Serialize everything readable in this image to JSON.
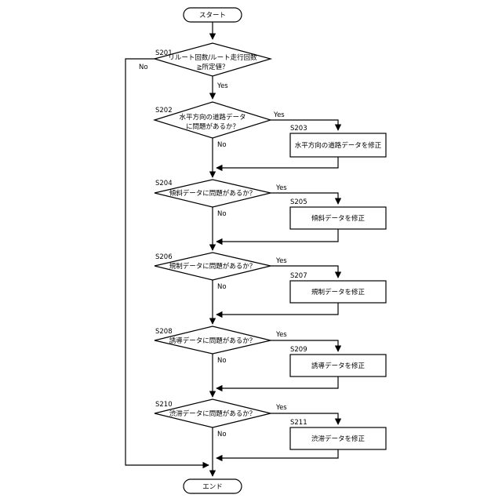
{
  "terminals": {
    "start": "スタート",
    "end": "エンド"
  },
  "edge_labels": {
    "yes": "Yes",
    "no": "No"
  },
  "decisions": [
    {
      "step": "S201",
      "lines": [
        "リルート回数/ルート走行回数",
        "≧所定値？"
      ]
    },
    {
      "step": "S202",
      "lines": [
        "水平方向の道路データ",
        "に問題があるか？"
      ]
    },
    {
      "step": "S204",
      "lines": [
        "傾斜データに問題があるか？"
      ]
    },
    {
      "step": "S206",
      "lines": [
        "規制データに問題があるか？"
      ]
    },
    {
      "step": "S208",
      "lines": [
        "誘導データに問題があるか？"
      ]
    },
    {
      "step": "S210",
      "lines": [
        "渋滞データに問題があるか？"
      ]
    }
  ],
  "processes": [
    {
      "step": "S203",
      "text": "水平方向の道路データを修正"
    },
    {
      "step": "S205",
      "text": "傾斜データを修正"
    },
    {
      "step": "S207",
      "text": "規制データを修正"
    },
    {
      "step": "S209",
      "text": "誘導データを修正"
    },
    {
      "step": "S211",
      "text": "渋滞データを修正"
    }
  ]
}
